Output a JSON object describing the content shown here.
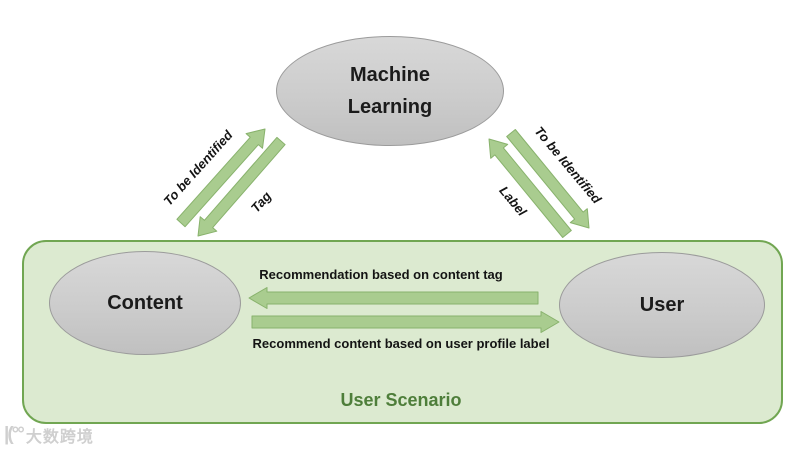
{
  "diagram": {
    "nodes": {
      "machine_learning": {
        "label": "Machine\nLearning"
      },
      "content": {
        "label": "Content"
      },
      "user": {
        "label": "User"
      }
    },
    "container": {
      "label": "User Scenario"
    },
    "edges": {
      "content_to_ml": "To be Identified",
      "ml_to_content": "Tag",
      "user_to_ml": "To be Identified",
      "ml_to_user": "Label",
      "user_to_content": "Recommendation based on content tag",
      "content_to_user": "Recommend content based on user profile label"
    },
    "colors": {
      "arrow_fill": "#a9cc8f",
      "arrow_stroke": "#88b26c",
      "container_fill": "#dcead0",
      "container_border": "#71a652",
      "container_label": "#4e7e3a",
      "node_border": "#9b9b9b"
    },
    "watermark": {
      "logo": "|(°°",
      "text": "大数跨境"
    }
  }
}
